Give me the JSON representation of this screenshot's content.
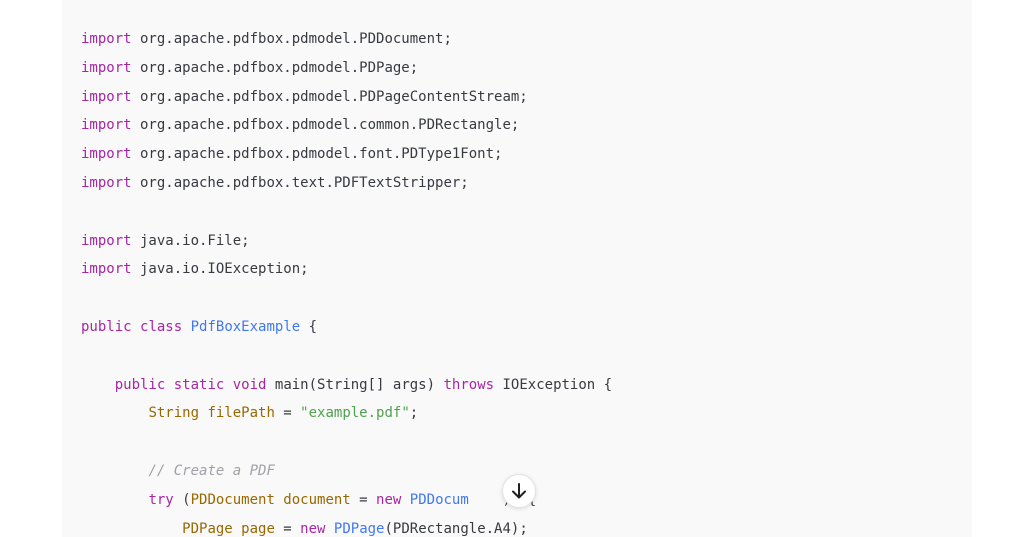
{
  "code": {
    "lines": [
      [
        {
          "t": "kw",
          "v": "import"
        },
        {
          "t": "plain",
          "v": " org.apache.pdfbox.pdmodel.PDDocument;"
        }
      ],
      [
        {
          "t": "kw",
          "v": "import"
        },
        {
          "t": "plain",
          "v": " org.apache.pdfbox.pdmodel.PDPage;"
        }
      ],
      [
        {
          "t": "kw",
          "v": "import"
        },
        {
          "t": "plain",
          "v": " org.apache.pdfbox.pdmodel.PDPageContentStream;"
        }
      ],
      [
        {
          "t": "kw",
          "v": "import"
        },
        {
          "t": "plain",
          "v": " org.apache.pdfbox.pdmodel.common.PDRectangle;"
        }
      ],
      [
        {
          "t": "kw",
          "v": "import"
        },
        {
          "t": "plain",
          "v": " org.apache.pdfbox.pdmodel.font.PDType1Font;"
        }
      ],
      [
        {
          "t": "kw",
          "v": "import"
        },
        {
          "t": "plain",
          "v": " org.apache.pdfbox.text.PDFTextStripper;"
        }
      ],
      [],
      [
        {
          "t": "kw",
          "v": "import"
        },
        {
          "t": "plain",
          "v": " java.io.File;"
        }
      ],
      [
        {
          "t": "kw",
          "v": "import"
        },
        {
          "t": "plain",
          "v": " java.io.IOException;"
        }
      ],
      [],
      [
        {
          "t": "kw",
          "v": "public"
        },
        {
          "t": "plain",
          "v": " "
        },
        {
          "t": "kw",
          "v": "class"
        },
        {
          "t": "plain",
          "v": " "
        },
        {
          "t": "cls",
          "v": "PdfBoxExample"
        },
        {
          "t": "plain",
          "v": " {"
        }
      ],
      [],
      [
        {
          "t": "plain",
          "v": "    "
        },
        {
          "t": "kw",
          "v": "public"
        },
        {
          "t": "plain",
          "v": " "
        },
        {
          "t": "kw",
          "v": "static"
        },
        {
          "t": "plain",
          "v": " "
        },
        {
          "t": "kw",
          "v": "void"
        },
        {
          "t": "plain",
          "v": " main(String[] args) "
        },
        {
          "t": "kw",
          "v": "throws"
        },
        {
          "t": "plain",
          "v": " IOException {"
        }
      ],
      [
        {
          "t": "plain",
          "v": "        "
        },
        {
          "t": "type",
          "v": "String filePath"
        },
        {
          "t": "plain",
          "v": " = "
        },
        {
          "t": "str",
          "v": "\"example.pdf\""
        },
        {
          "t": "plain",
          "v": ";"
        }
      ],
      [],
      [
        {
          "t": "plain",
          "v": "        "
        },
        {
          "t": "cm",
          "v": "// Create a PDF"
        }
      ],
      [
        {
          "t": "plain",
          "v": "        "
        },
        {
          "t": "kw",
          "v": "try"
        },
        {
          "t": "plain",
          "v": " ("
        },
        {
          "t": "type",
          "v": "PDDocument document"
        },
        {
          "t": "plain",
          "v": " = "
        },
        {
          "t": "kw",
          "v": "new"
        },
        {
          "t": "plain",
          "v": " "
        },
        {
          "t": "cls",
          "v": "PDDocum"
        },
        {
          "t": "plain",
          "v": "    )) {"
        }
      ],
      [
        {
          "t": "plain",
          "v": "            "
        },
        {
          "t": "type",
          "v": "PDPage page"
        },
        {
          "t": "plain",
          "v": " = "
        },
        {
          "t": "kw",
          "v": "new"
        },
        {
          "t": "plain",
          "v": " "
        },
        {
          "t": "cls",
          "v": "PDPage"
        },
        {
          "t": "plain",
          "v": "(PDRectangle.A4);"
        }
      ]
    ]
  },
  "scroll_button": {
    "icon": "arrow-down-icon"
  }
}
